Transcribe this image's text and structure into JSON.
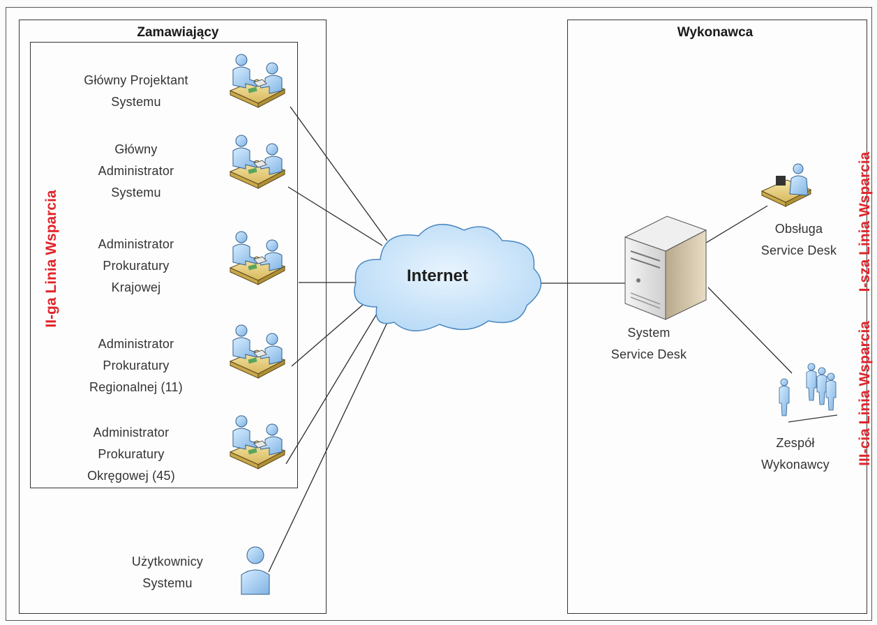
{
  "zamawiajacy": {
    "title": "Zamawiający",
    "support_line": "II-ga Linia Wsparcia",
    "roles": [
      {
        "line1": "Główny Projektant",
        "line2": "Systemu",
        "line3": ""
      },
      {
        "line1": "Główny",
        "line2": "Administrator",
        "line3": "Systemu"
      },
      {
        "line1": "Administrator",
        "line2": "Prokuratury",
        "line3": "Krajowej"
      },
      {
        "line1": "Administrator",
        "line2": "Prokuratury",
        "line3": "Regionalnej  (11)"
      },
      {
        "line1": "Administrator",
        "line2": "Prokuratury",
        "line3": "Okręgowej (45)"
      }
    ],
    "users": {
      "line1": "Użytkownicy",
      "line2": "Systemu"
    }
  },
  "cloud": {
    "label": "Internet"
  },
  "wykonawca": {
    "title": "Wykonawca",
    "server": {
      "line1": "System",
      "line2": "Service Desk"
    },
    "operator": {
      "line1": "Obsługa",
      "line2": "Service Desk"
    },
    "team": {
      "line1": "Zespół",
      "line2": "Wykonawcy"
    },
    "line1": "I-sza Linia Wsparcia",
    "line3": "III-cia Linia Wsparcia"
  },
  "colors": {
    "support_red": "#e0242a",
    "person_blue": "#9fc9ee",
    "desk_tan": "#e9d28a",
    "cloud_blue": "#cde6fa"
  }
}
